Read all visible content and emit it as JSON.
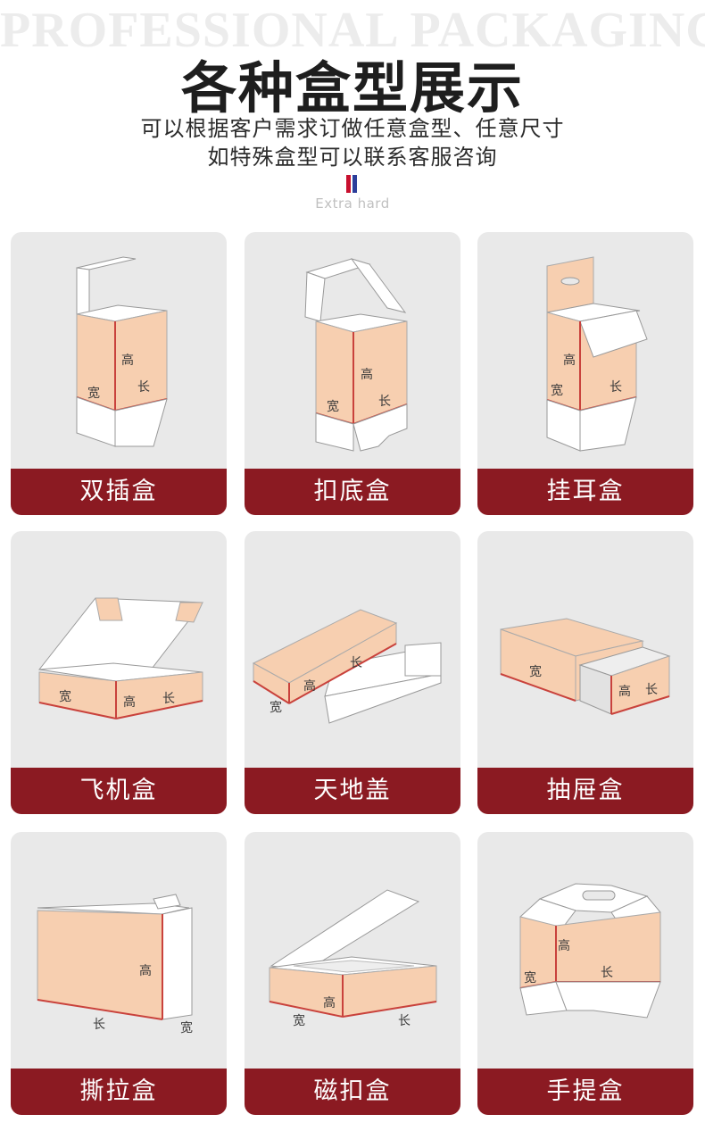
{
  "header": {
    "bg_title": "PROFESSIONAL PACKAGING",
    "title": "各种盒型展示",
    "subtitle_line1": "可以根据客户需求订做任意盒型、任意尺寸",
    "subtitle_line2": "如特殊盒型可以联系客服咨询",
    "extra_text": "Extra hard"
  },
  "dims": {
    "height": "高",
    "length": "长",
    "width": "宽"
  },
  "cards": [
    {
      "label": "双插盒"
    },
    {
      "label": "扣底盒"
    },
    {
      "label": "挂耳盒"
    },
    {
      "label": "飞机盒"
    },
    {
      "label": "天地盖"
    },
    {
      "label": "抽屉盒"
    },
    {
      "label": "撕拉盒"
    },
    {
      "label": "磁扣盒"
    },
    {
      "label": "手提盒"
    }
  ],
  "colors": {
    "accent": "#8b1a22",
    "panel": "#f7cfb0",
    "edge": "#c9423c",
    "card_bg": "#e9e9e9"
  }
}
